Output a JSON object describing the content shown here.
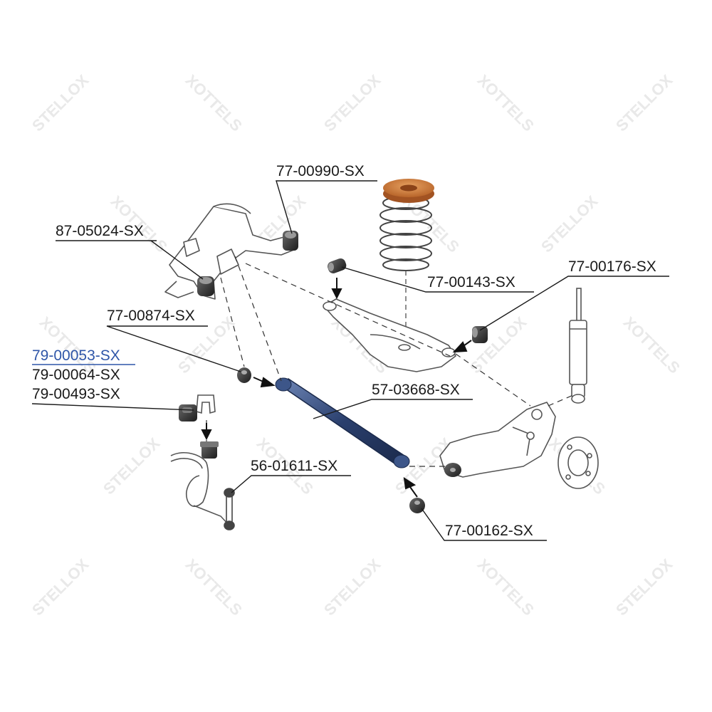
{
  "watermark": {
    "brand_a": "STELLOX",
    "brand_b": "XOTTELS"
  },
  "labels": {
    "p1": "77-00990-SX",
    "p2": "87-05024-SX",
    "p3": "77-00143-SX",
    "p4": "77-00176-SX",
    "p5": "77-00874-SX",
    "p6a": "79-00053-SX",
    "p6b": "79-00064-SX",
    "p6c": "79-00493-SX",
    "p7": "57-03668-SX",
    "p8": "56-01611-SX",
    "p9": "77-00162-SX"
  },
  "colors": {
    "highlight_label": "#2f56a8",
    "bushing": "#2b2b2b",
    "control_arm": "#2a3f6d",
    "spring_pad": "#c8783a",
    "line": "#222222",
    "watermark": "#e8e8e8"
  }
}
